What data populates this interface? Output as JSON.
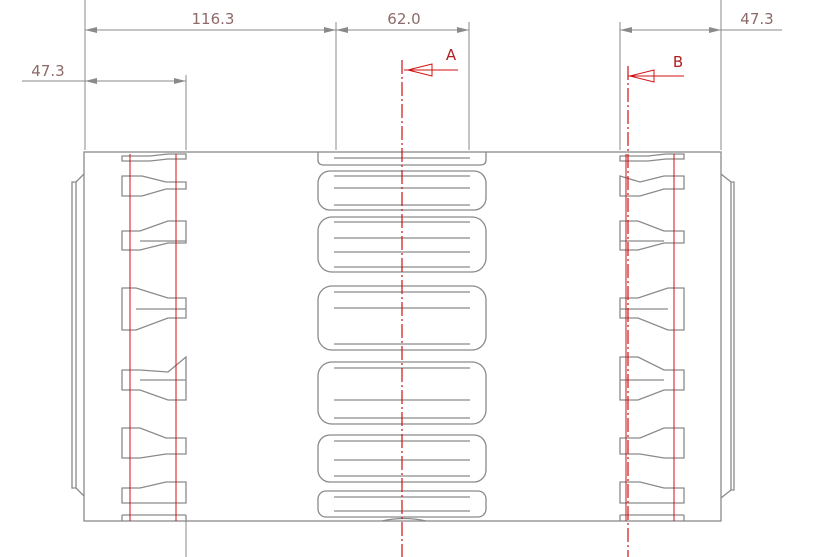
{
  "dimensions": {
    "slot_spacing": "116.3",
    "channel_width": "62.0",
    "left_offset": "47.3",
    "right_offset": "47.3"
  },
  "sections": {
    "a": "A",
    "b": "B"
  },
  "colors": {
    "outline": "#8a8a8a",
    "centerline": "#d01010",
    "dimension_text": "#8c6a6a"
  }
}
